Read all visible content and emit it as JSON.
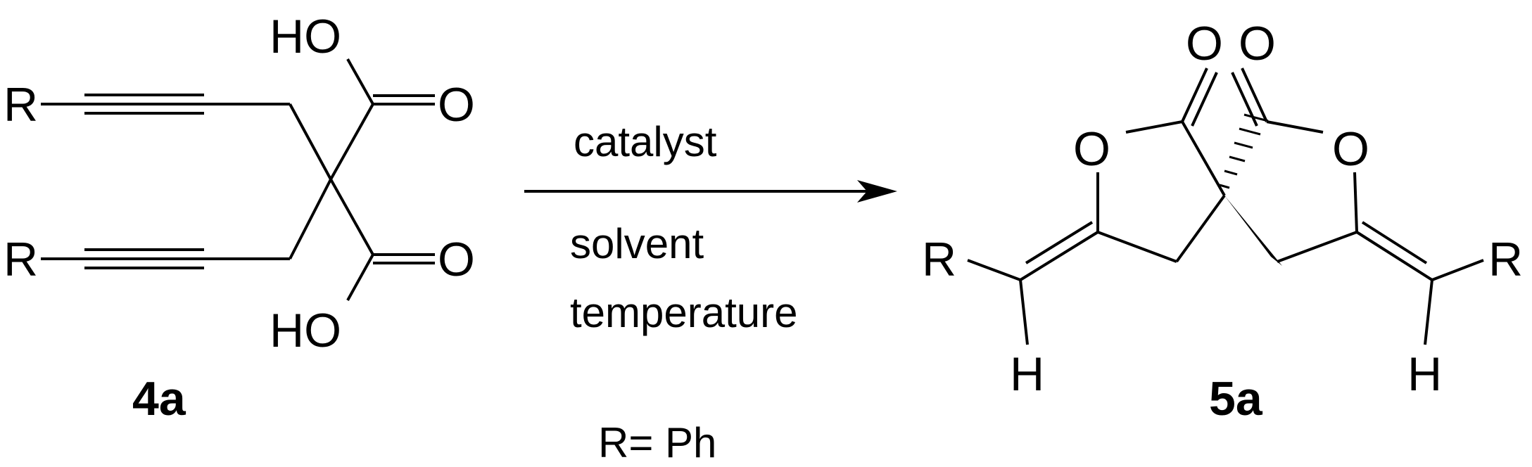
{
  "reactant": {
    "label": "4a",
    "substituent_top": "R",
    "substituent_bottom": "R",
    "hydroxyl_top": "HO",
    "hydroxyl_bottom": "HO",
    "carbonyl_top": "O",
    "carbonyl_bottom": "O"
  },
  "conditions": {
    "above_arrow": "catalyst",
    "below_arrow_1": "solvent",
    "below_arrow_2": "temperature",
    "r_definition": "R= Ph"
  },
  "product": {
    "label": "5a",
    "substituent_left": "R",
    "substituent_right": "R",
    "hydrogen_left": "H",
    "hydrogen_right": "H",
    "carbonyl_left": "O",
    "carbonyl_right": "O",
    "ring_oxygen_left": "O",
    "ring_oxygen_right": "O"
  },
  "colors": {
    "ink": "#000000",
    "background": "#ffffff"
  }
}
